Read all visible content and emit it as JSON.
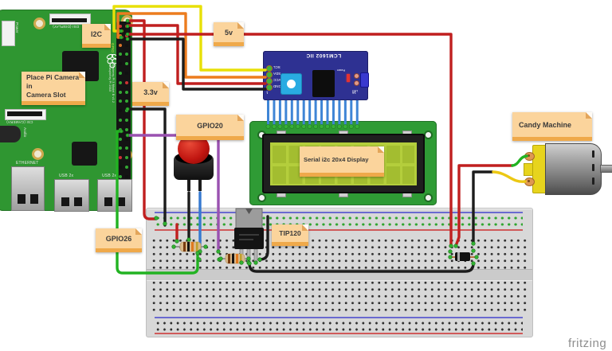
{
  "notes": {
    "i2c": "I2C",
    "v5": "5v",
    "v33": "3.3v",
    "gpio20": "GPIO20",
    "gpio26": "GPIO26",
    "tip120": "TIP120",
    "candy": "Candy Machine",
    "camera_line1": "Place Pi Camera in",
    "camera_line2": "Camera Slot",
    "display": "Serial i2c 20x4 Display"
  },
  "pi": {
    "power": "Power",
    "dsi": "DSI (DISPLAY)",
    "csi": "CSI (CAMERA)",
    "audio": "Audio",
    "ethernet": "ETHERNET",
    "usb_left": "USB 2x",
    "usb_right": "USB 2x",
    "model": "Raspberry Pi 3 Model B v1.2",
    "copyright": "© Raspberry Pi 2015",
    "gpio": "GPIO"
  },
  "backpack": {
    "title": "LCM1602 IIC",
    "pin_labels": [
      "SCL",
      "SDA",
      "VCC",
      "GND"
    ],
    "power": "Power",
    "led": "LED",
    "pin_first": "1",
    "pin_last": "16"
  },
  "watermark": "fritzing",
  "colors": {
    "wire_red": "#c01f1f",
    "wire_yellow": "#e8e008",
    "wire_orange": "#ec7c1e",
    "wire_green": "#22b322",
    "wire_blue": "#3679d0",
    "wire_purple": "#9a51b0",
    "wire_black": "#1c1c1c",
    "note_bg": "#fbd49c"
  }
}
